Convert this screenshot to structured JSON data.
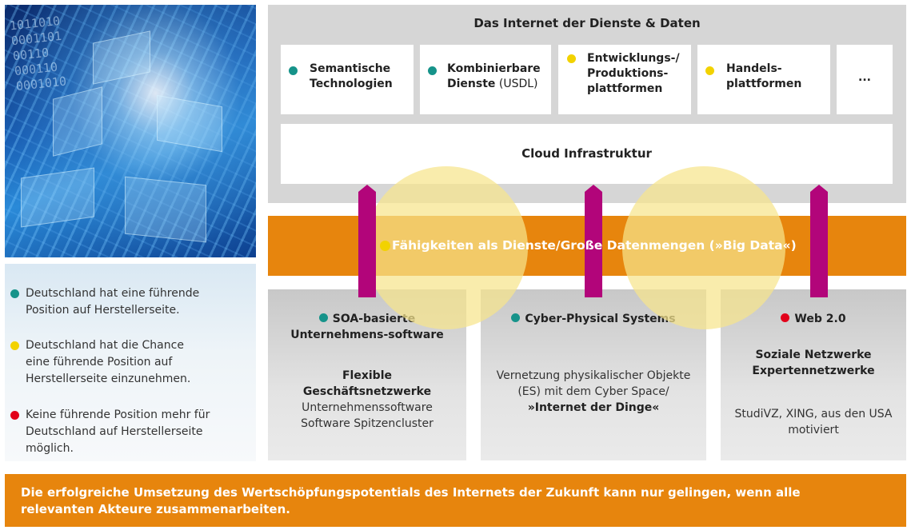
{
  "colors": {
    "teal": "#16938a",
    "yellow": "#f2d200",
    "red": "#e2001a",
    "orange": "#e7850d",
    "magenta": "#b2057a",
    "circle": "#f6e58c",
    "grey": "#d6d6d6"
  },
  "top": {
    "title": "Das Internet der Dienste & Daten",
    "cards": [
      {
        "dot": "teal",
        "l1": "Semantische",
        "l2": "Technologien",
        "l3": ""
      },
      {
        "dot": "teal",
        "l1": "Kombinierbare",
        "l2": "Dienste",
        "l2_extra": " (USDL)",
        "l3": ""
      },
      {
        "dot": "yellow",
        "l1": "Entwicklungs-/",
        "l2": "Produktions-",
        "l3": "plattformen"
      },
      {
        "dot": "yellow",
        "l1": "Handels-",
        "l2": "plattformen",
        "l3": ""
      },
      {
        "dot": "",
        "l1": "...",
        "l2": "",
        "l3": ""
      }
    ],
    "cloud": "Cloud Infrastruktur"
  },
  "band": {
    "text": "Fähigkeiten als Dienste/Große Datenmengen (»Big Data«)"
  },
  "columns": [
    {
      "head": [
        "SOA-basierte",
        "Unternehmens-software"
      ],
      "body_bold": [
        "Flexible",
        "Geschäftsnetzwerke"
      ],
      "body": [
        "Unternehmenssoftware",
        "Software Spitzencluster"
      ]
    },
    {
      "head": [
        "Cyber-Physical Systems"
      ],
      "body": [
        "Vernetzung physikalischer Objekte",
        "(ES) mit dem Cyber Space/"
      ],
      "body_bold": [
        "»Internet der Dinge«"
      ]
    },
    {
      "head": [
        "Web 2.0"
      ],
      "head_bold2": [
        "Soziale Netzwerke",
        "Expertennetzwerke"
      ],
      "body": [
        "StudiVZ, XING, aus den USA",
        "motiviert"
      ]
    }
  ],
  "legend": [
    {
      "dot": "teal",
      "l1": "Deutschland hat eine führende",
      "l2": "Position auf Herstellerseite.",
      "l3": ""
    },
    {
      "dot": "yellow",
      "l1": "Deutschland hat die Chance",
      "l2": "eine führende Position auf",
      "l3": "Herstellerseite einzunehmen."
    },
    {
      "dot": "red",
      "l1": "Keine führende Position mehr für",
      "l2": "Deutschland auf Herstellerseite",
      "l3": "möglich."
    }
  ],
  "footer": {
    "line1": "Die erfolgreiche Umsetzung des Wertschöpfungspotentials des Internets der Zukunft kann nur gelingen, wenn alle",
    "line2": "relevanten Akteure zusammenarbeiten."
  },
  "photo_digits": [
    "1011010",
    "0001101",
    "00110",
    "000110",
    "0001010"
  ]
}
